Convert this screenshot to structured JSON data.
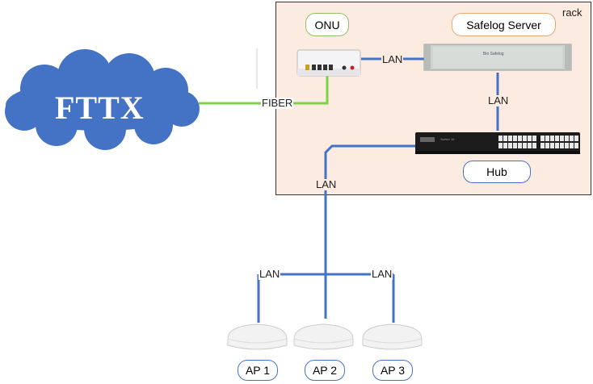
{
  "cloud": {
    "label": "FTTX"
  },
  "rack": {
    "label": "rack"
  },
  "devices": {
    "onu": {
      "label": "ONU"
    },
    "server": {
      "label": "Safelog Server"
    },
    "hub": {
      "label": "Hub"
    }
  },
  "links": {
    "fiber": "FIBER",
    "lan_onu_server": "LAN",
    "lan_server_hub": "LAN",
    "lan_hub_down": "LAN",
    "lan_ap1": "LAN",
    "lan_ap3": "LAN"
  },
  "access_points": [
    {
      "label": "AP 1"
    },
    {
      "label": "AP 2"
    },
    {
      "label": "AP 3"
    }
  ],
  "colors": {
    "fiber": "#7fd14a",
    "lan": "#4472c4",
    "cloud": "#4472c4",
    "rack_fill": "#fcebe0",
    "onu_border": "#8dc063",
    "server_border": "#e8a870",
    "hub_border": "#4472c4",
    "ap_border": "#4472c4"
  }
}
